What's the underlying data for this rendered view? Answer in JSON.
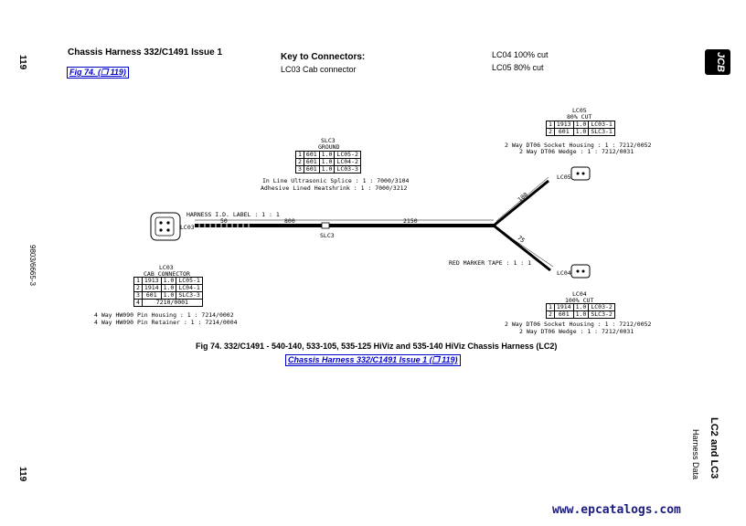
{
  "page": {
    "title": "Chassis Harness 332/C1491 Issue 1",
    "page_number": "119",
    "doc_code": "9803/6665-3",
    "section_title": "LC2 and LC3",
    "section_subtitle": "Harness Data",
    "brand": "JCB",
    "watermark": "www.epcatalogs.com"
  },
  "links": {
    "fig_link": "Fig 74. (❐ 119)",
    "harness_link": "Chassis Harness 332/C1491 Issue 1 (❐ 119)"
  },
  "key": {
    "title": "Key to Connectors:",
    "items": [
      "LC03  Cab connector"
    ],
    "cuts": [
      "LC04  100% cut",
      "LC05  80% cut"
    ]
  },
  "diagram": {
    "slc3": {
      "title": "SLC3",
      "subtitle": "GROUND",
      "rows": [
        [
          "1",
          "601",
          "1.0",
          "LC05-2"
        ],
        [
          "2",
          "601",
          "1.0",
          "LC04-2"
        ],
        [
          "3",
          "601",
          "1.0",
          "LC03-3"
        ]
      ],
      "splice": "In Line Ultrasonic Splice : 1 : 7000/3104",
      "heatshrink": "Adhesive Lined Heatshrink : 1 : 7000/3212"
    },
    "lc05": {
      "title": "LC05",
      "subtitle": "80% CUT",
      "rows": [
        [
          "1",
          "1913",
          "1.0",
          "LC03-1"
        ],
        [
          "2",
          "601",
          "1.0",
          "SLC3-1"
        ]
      ],
      "housing": "2 Way DT06 Socket Housing : 1 : 7212/0052",
      "wedge": "2 Way DT06 Wedge : 1 : 7212/0031"
    },
    "lc04": {
      "title": "LC04",
      "subtitle": "100% CUT",
      "rows": [
        [
          "1",
          "1914",
          "1.0",
          "LC03-2"
        ],
        [
          "2",
          "601",
          "1.0",
          "SLC3-2"
        ]
      ],
      "housing": "2 Way DT06 Socket Housing : 1 : 7212/0052",
      "wedge": "2 Way DT06 Wedge : 1 : 7212/0031"
    },
    "lc03": {
      "title": "LC03",
      "subtitle": "CAB CONNECTOR",
      "rows": [
        [
          "1",
          "1913",
          "1.0",
          "LC05-1"
        ],
        [
          "2",
          "1914",
          "1.0",
          "LC04-1"
        ],
        [
          "3",
          "601",
          "1.0",
          "SLC3-3"
        ],
        [
          "4",
          "7210/0001",
          "",
          ""
        ]
      ],
      "housing": "4 Way HW090 Pin Housing : 1 : 7214/0002",
      "retainer": "4 Way HW090 Pin Retainer : 1 : 7214/0004"
    },
    "labels": {
      "harness_id": "HARNESS I.D. LABEL : 1 : 1",
      "red_tape": "RED MARKER TAPE : 1 : 1",
      "lc03": "LC03",
      "lc04": "LC04",
      "lc05": "LC05",
      "slc3": "SLC3",
      "dim_50": "50",
      "dim_800": "800",
      "dim_2150": "2150",
      "dim_100": "100",
      "dim_75": "75"
    },
    "caption": "Fig 74. 332/C1491 - 540-140, 533-105, 535-125 HiViz and 535-140 HiViz Chassis Harness (LC2)"
  }
}
